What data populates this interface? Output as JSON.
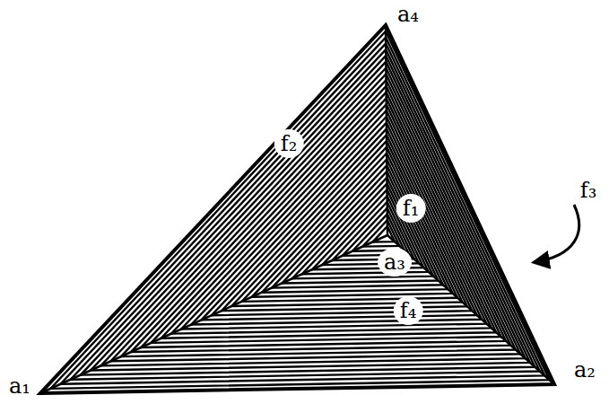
{
  "diagram": {
    "labels": [
      "a₄",
      "f₂",
      "f₁",
      "f₃",
      "a₃",
      "f₄",
      "a₁",
      "a₂"
    ]
  }
}
